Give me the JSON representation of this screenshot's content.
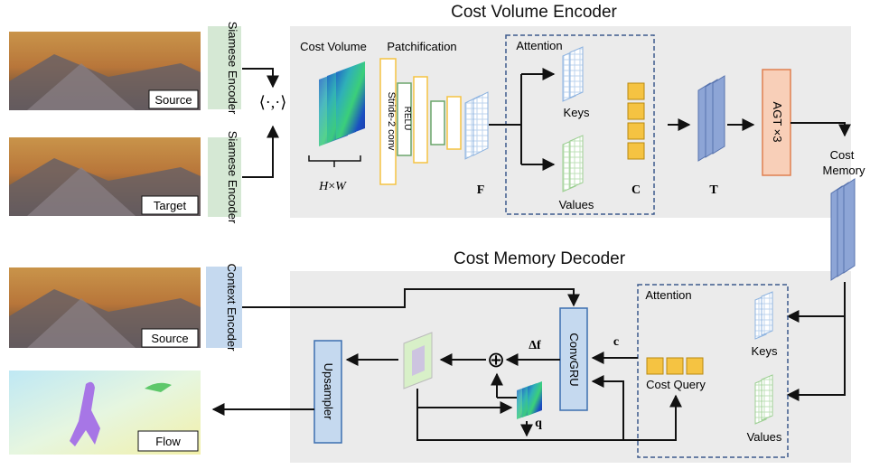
{
  "encoder": {
    "title": "Cost Volume Encoder",
    "cost_volume": "Cost Volume",
    "patchification": "Patchification",
    "attention": "Attention",
    "keys": "Keys",
    "values": "Values",
    "stride_conv": "Stride-2 conv",
    "relu": "RELU",
    "dims_h": "H",
    "dims_times": "×",
    "dims_w": "W",
    "F": "F",
    "C": "C",
    "T": "T",
    "agt": "AGT ×3",
    "dot": "⟨·,·⟩"
  },
  "inputs": {
    "source": "Source",
    "target": "Target",
    "siamese_encoder": "Siamese Encoder",
    "context_encoder": "Context Encoder",
    "flow": "Flow"
  },
  "memory": {
    "label_line1": "Cost",
    "label_line2": "Memory"
  },
  "decoder": {
    "title": "Cost Memory Decoder",
    "attention": "Attention",
    "keys": "Keys",
    "values": "Values",
    "cost_query": "Cost Query",
    "convgru": "ConvGRU",
    "upsampler": "Upsampler",
    "delta_f": "Δf",
    "c": "c",
    "q": "q",
    "plus": "⊕"
  },
  "colors": {
    "panel": "#ebebeb",
    "dashed": "#3c5a8c",
    "encoder_green": "#d5e8d4",
    "context_blue": "#c5d9ef",
    "yellow": "#f5c342",
    "orange": "#f8cfb8",
    "blue_tile": "#8da5d6"
  }
}
